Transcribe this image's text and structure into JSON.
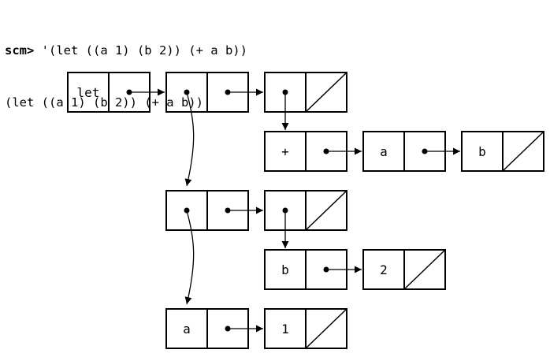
{
  "terminal": {
    "prompt": "scm>",
    "input": " '(let ((a 1) (b 2)) (+ a b))",
    "output": "(let ((a 1) (b 2)) (+ a b))"
  },
  "diagram": {
    "cells": {
      "let": "let",
      "plus": "+",
      "plus_a": "a",
      "plus_b": "b",
      "binding_b": "b",
      "binding_b_value": "2",
      "binding_a": "a",
      "binding_a_value": "1"
    }
  }
}
